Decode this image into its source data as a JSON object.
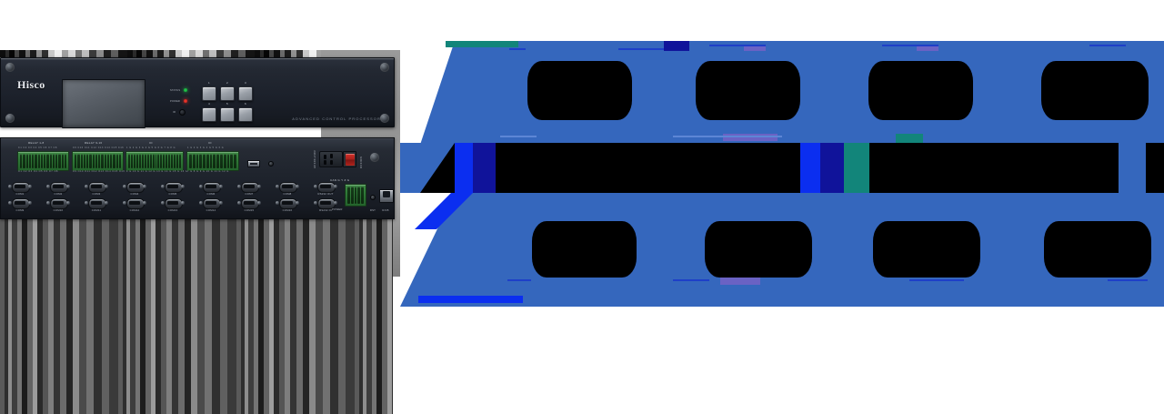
{
  "device": {
    "brand": "Hisco",
    "model_text": "ADVANCED CONTROL PROCESSOR",
    "front": {
      "indicators": [
        {
          "label": "STATUS",
          "color": "#22c24a",
          "name": "status-led"
        },
        {
          "label": "POWER",
          "color": "#e8342c",
          "name": "power-led"
        }
      ],
      "ir_label": "IR",
      "buttons": [
        "1",
        "2",
        "3",
        "4",
        "5",
        "6"
      ]
    },
    "rear": {
      "terminal_groups": [
        {
          "label": "RELAY 1-8",
          "top_nums": "C1 C2 C3 C4 C5 C6 C7 C8",
          "bottom_nums": "O1 O2 O3 O4 O5 O6 O7 O8",
          "pins": 16
        },
        {
          "label": "RELAY 9-16",
          "top_nums": "C9 C10 C11 C12 C13 C14 C15 C16",
          "bottom_nums": "O9 O10 O11 O12 O13 O14 O15 O16",
          "pins": 16
        },
        {
          "label": "IO",
          "top_nums": "1 G 2 G 3 G 4 G 5 G 6 G 7 G 8 G",
          "bottom_nums": "9 G 10 G 11 G 12 G 13 G 14 G 15 G 16 G",
          "pins": 20
        },
        {
          "label": "IO",
          "top_nums": "1 G 2 G 3 G 4 G 5 G 6 G",
          "bottom_nums": "7 G 8 G 9 G 10 G 11 G 12 G",
          "pins": 14
        }
      ],
      "com_ports_top": [
        "COM1",
        "COM2",
        "COM3",
        "COM4",
        "COM5",
        "COM6",
        "COM7",
        "COM8"
      ],
      "com_ports_bottom": [
        "COM9",
        "COM10",
        "COM11",
        "COM12",
        "COM13",
        "COM14",
        "COM15",
        "COM16"
      ],
      "rs232_out_label": "RS232 OUT",
      "rs232_in_label": "RS232 IN",
      "usb_label": "USB",
      "power_terminal_label": "POWER",
      "power_terminal_nums": "+  -  G  N  L",
      "can_label": "CAN  G  Y  Z  G",
      "ac_label": "AC100-240V",
      "switch_label": "OFF/ON",
      "reset_label": "RST",
      "lan_label": "RJ45"
    }
  },
  "glitch": {
    "note": "corrupted render region",
    "palette": {
      "blue_field": "#3567bd",
      "blue_bright": "#0b2ef0",
      "blue_dark": "#10139a",
      "teal": "#12857a",
      "violet": "#6a62c4",
      "black": "#000000"
    }
  }
}
